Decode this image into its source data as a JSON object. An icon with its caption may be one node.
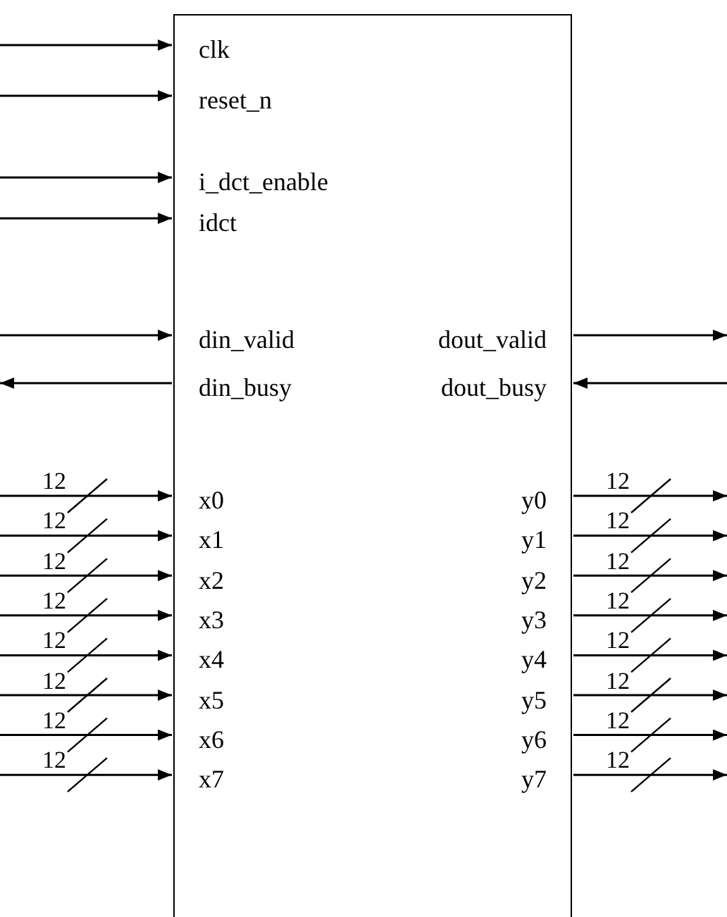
{
  "diagram": {
    "nodes": [
      {
        "text": [],
        "shape": "box"
      },
      {
        "text": [
          "clk"
        ],
        "in": 0
      },
      {
        "text": [
          "reset_n"
        ],
        "in": 0
      },
      {
        "text": [
          "i_dct_enable"
        ],
        "in": 0
      },
      {
        "text": [
          "idct"
        ],
        "in": 0
      },
      {
        "text": [
          "din_valid"
        ],
        "in": 0
      },
      {
        "text": [
          "dout_valid"
        ],
        "in": 0
      },
      {
        "text": [
          "din_busy"
        ],
        "in": 0
      },
      {
        "text": [
          "dout_busy"
        ],
        "in": 0
      },
      {
        "text": [
          "x0"
        ],
        "in": 0
      },
      {
        "text": [
          "y0"
        ],
        "in": 0
      },
      {
        "text": [
          "x1"
        ],
        "in": 0
      },
      {
        "text": [
          "y1"
        ],
        "in": 0
      },
      {
        "text": [
          "x2"
        ],
        "in": 0
      },
      {
        "text": [
          "y2"
        ],
        "in": 0
      },
      {
        "text": [
          "x3"
        ],
        "in": 0
      },
      {
        "text": [
          "y3"
        ],
        "in": 0
      },
      {
        "text": [
          "x4"
        ],
        "in": 0
      },
      {
        "text": [
          "y4"
        ],
        "in": 0
      },
      {
        "text": [
          "x5"
        ],
        "in": 0
      },
      {
        "text": [
          "y5"
        ],
        "in": 0
      },
      {
        "text": [
          "x6"
        ],
        "in": 0
      },
      {
        "text": [
          "y6"
        ],
        "in": 0
      },
      {
        "text": [
          "x7"
        ],
        "in": 0
      },
      {
        "text": [
          "y7"
        ],
        "in": 0
      }
    ],
    "edges": [
      {
        "from": null,
        "to": 1,
        "arrow": "to"
      },
      {
        "from": null,
        "to": 2,
        "arrow": "to"
      },
      {
        "from": null,
        "to": 3,
        "arrow": "to"
      },
      {
        "from": null,
        "to": 4,
        "arrow": "to"
      },
      {
        "from": null,
        "to": 5,
        "arrow": "to"
      },
      {
        "from": 6,
        "to": null,
        "arrow": "to"
      },
      {
        "from": 7,
        "to": null,
        "arrow": "to"
      },
      {
        "from": null,
        "to": 8,
        "arrow": "to"
      },
      {
        "from": null,
        "to": 9,
        "arrow": "to",
        "label": "12"
      },
      {
        "from": 10,
        "to": null,
        "arrow": "to",
        "label": "12"
      },
      {
        "from": null,
        "to": 11,
        "arrow": "to",
        "label": "12"
      },
      {
        "from": 12,
        "to": null,
        "arrow": "to",
        "label": "12"
      },
      {
        "from": null,
        "to": 13,
        "arrow": "to",
        "label": "12"
      },
      {
        "from": 14,
        "to": null,
        "arrow": "to",
        "label": "12"
      },
      {
        "from": null,
        "to": 15,
        "arrow": "to",
        "label": "12"
      },
      {
        "from": 16,
        "to": null,
        "arrow": "to",
        "label": "12"
      },
      {
        "from": null,
        "to": 17,
        "arrow": "to",
        "label": "12"
      },
      {
        "from": 18,
        "to": null,
        "arrow": "to",
        "label": "12"
      },
      {
        "from": null,
        "to": 19,
        "arrow": "to",
        "label": "12"
      },
      {
        "from": 20,
        "to": null,
        "arrow": "to",
        "label": "12"
      },
      {
        "from": null,
        "to": 21,
        "arrow": "to",
        "label": "12"
      },
      {
        "from": 22,
        "to": null,
        "arrow": "to",
        "label": "12"
      },
      {
        "from": null,
        "to": 23,
        "arrow": "to",
        "label": "12"
      },
      {
        "from": 24,
        "to": null,
        "arrow": "to",
        "label": "12"
      }
    ]
  }
}
